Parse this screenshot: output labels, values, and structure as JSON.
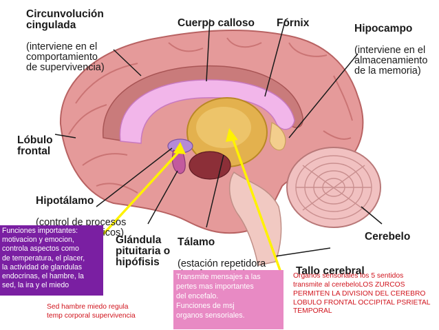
{
  "labels": {
    "circunvolucion": {
      "head": "Circunvolución\ncingulada",
      "sub": "(interviene en el\ncomportamiento\nde supervivencia)"
    },
    "cuerpo_calloso": {
      "head": "Cuerpo calloso"
    },
    "fornix": {
      "head": "Fórnix"
    },
    "hipocampo": {
      "head": "Hipocampo",
      "sub": "(interviene en el\nalmacenamiento\nde la memoria)"
    },
    "lobulo_frontal": {
      "head": "Lóbulo\nfrontal"
    },
    "hipotalamo": {
      "head": "Hipotálamo",
      "sub": "(control de procesos\nfísicos automáticos)"
    },
    "glandula": {
      "head": "Glándula\npituitaria o\nhipófisis"
    },
    "talamo": {
      "head": "Tálamo",
      "sub": "(estación repetidora\nde información)"
    },
    "cerebelo": {
      "head": "Cerebelo"
    },
    "tallo": {
      "head": "Tallo cerebral"
    }
  },
  "notes": {
    "funciones": "Funciones importantes:\nmotivacion y emocion,\ncontrola aspectos como\nde temperatura, el placer,\nla actividad de glandulas\nendocrinas, el hambre, la\nsed, la ira y el miedo",
    "sed": "Sed hambre miedo regula\ntemp corporal supervivencia",
    "transmite": "Transmite mensajes a las\npertes mas importantes\ndel encefalo.\nFunciones de msj\norganos sensoriales.",
    "organos": "Organos sensoriales los 5 sentidos\ntransmite al cerebeloLOS ZURCOS\nPERMITEN LA DIVISION DEL CEREBRO\nLOBULO FRONTAL OCCIPITAL PSRIETAL\nTEMPORAL"
  },
  "colors": {
    "cortex": "#e59a9a",
    "cortex_dark": "#c26868",
    "callosum": "#f2b6ea",
    "thalamus": "#e3b14e",
    "cerebellum": "#f1c1c1",
    "arrow": "#fff200",
    "note_purple": "#7a1fa2",
    "note_pink": "#e88ac4",
    "note_red": "#d0121b"
  }
}
